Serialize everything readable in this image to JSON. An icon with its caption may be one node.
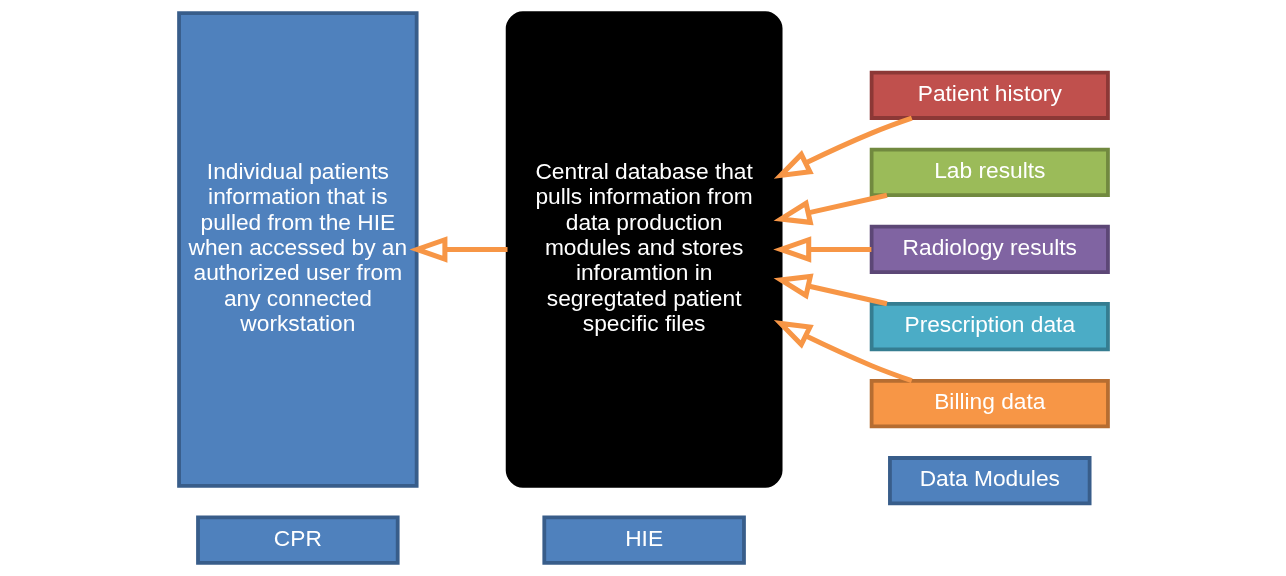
{
  "diagram": {
    "nodes": [
      {
        "text": [
          "CPR"
        ]
      },
      {
        "text": [
          "HIE"
        ]
      },
      {
        "text": [
          "Data Modules"
        ]
      },
      {
        "text": [
          "Individual patients information that is pulled from the HIE when accessed by an authorized user from any connected workstation"
        ]
      },
      {
        "text": [
          "Central database that pulls information from data production modules and stores inforamtion in segregtated patient specific files"
        ]
      },
      {
        "text": [
          "Patient history"
        ]
      },
      {
        "text": [
          "Lab results"
        ]
      },
      {
        "text": [
          "Radiology results"
        ]
      },
      {
        "text": [
          "Prescription data"
        ]
      },
      {
        "text": [
          "Billing data"
        ]
      }
    ],
    "edges": [
      {
        "from": 5,
        "to": 4,
        "arrow": "to"
      },
      {
        "from": 6,
        "to": 4,
        "arrow": "to"
      },
      {
        "from": 7,
        "to": 4,
        "arrow": "to"
      },
      {
        "from": 8,
        "to": 4,
        "arrow": "to"
      },
      {
        "from": 9,
        "to": 4,
        "arrow": "to"
      },
      {
        "from": 4,
        "to": 3,
        "arrow": "to"
      }
    ]
  }
}
